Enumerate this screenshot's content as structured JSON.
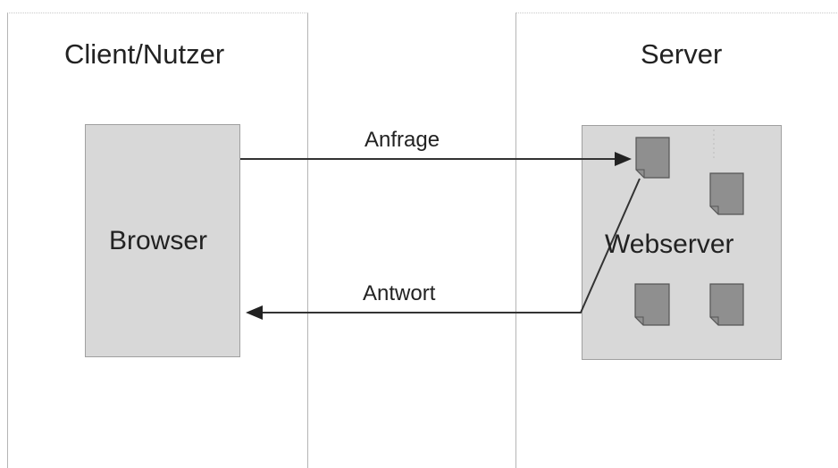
{
  "client": {
    "title": "Client/Nutzer",
    "component": "Browser"
  },
  "server": {
    "title": "Server",
    "component": "Webserver"
  },
  "request": {
    "label": "Anfrage"
  },
  "response": {
    "label": "Antwort"
  },
  "colors": {
    "box_fill": "#d8d8d8",
    "document_fill": "#8f8f8f",
    "line": "#333333"
  }
}
